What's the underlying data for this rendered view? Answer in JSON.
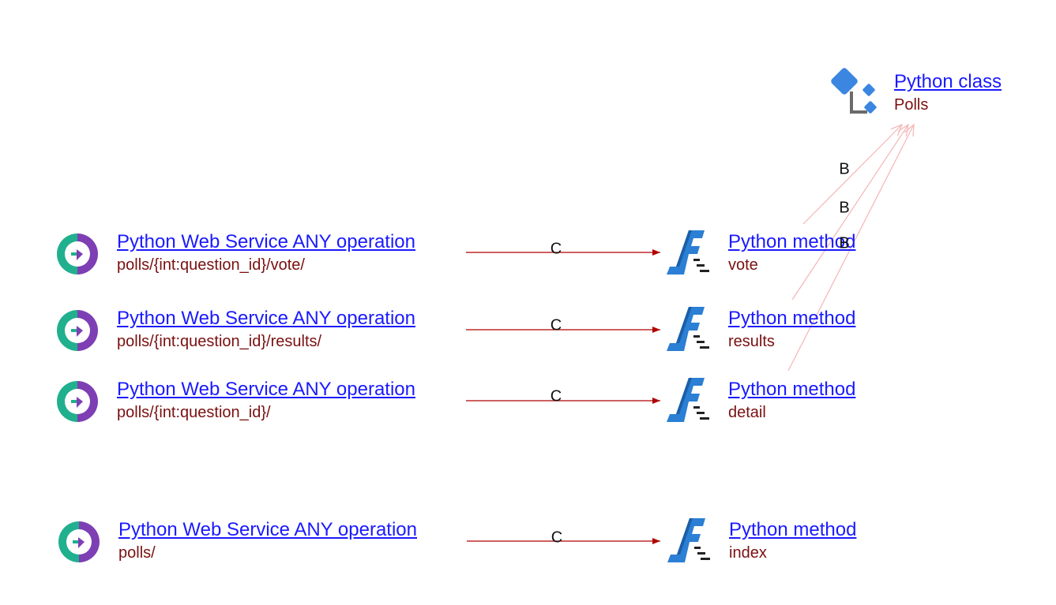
{
  "colors": {
    "link": "#1a1aff",
    "subtitle": "#7a1010",
    "call_edge": "#b00000",
    "inherit_edge": "#f5b5b5",
    "ws_teal": "#20b08e",
    "ws_purple": "#7d3fb3",
    "method_blue": "#2b7fd4",
    "class_blue": "#3b86e0",
    "class_bracket": "#6b6b6b"
  },
  "class_node": {
    "title": "Python class",
    "subtitle": "Polls",
    "icon": "python-class-icon"
  },
  "web_services": [
    {
      "title": "Python Web Service ANY operation",
      "subtitle": "polls/{int:question_id}/vote/",
      "icon": "web-service-icon"
    },
    {
      "title": "Python Web Service ANY operation",
      "subtitle": "polls/{int:question_id}/results/",
      "icon": "web-service-icon"
    },
    {
      "title": "Python Web Service ANY operation",
      "subtitle": "polls/{int:question_id}/",
      "icon": "web-service-icon"
    },
    {
      "title": "Python Web Service ANY operation",
      "subtitle": "polls/",
      "icon": "web-service-icon"
    }
  ],
  "methods": [
    {
      "title": "Python method",
      "subtitle": "vote",
      "icon": "python-method-icon"
    },
    {
      "title": "Python method",
      "subtitle": "results",
      "icon": "python-method-icon"
    },
    {
      "title": "Python method",
      "subtitle": "detail",
      "icon": "python-method-icon"
    },
    {
      "title": "Python method",
      "subtitle": "index",
      "icon": "python-method-icon"
    }
  ],
  "call_edges": [
    {
      "label": "C"
    },
    {
      "label": "C"
    },
    {
      "label": "C"
    },
    {
      "label": "C"
    }
  ],
  "inherit_edges": [
    {
      "label": "B"
    },
    {
      "label": "B"
    },
    {
      "label": "B"
    }
  ]
}
